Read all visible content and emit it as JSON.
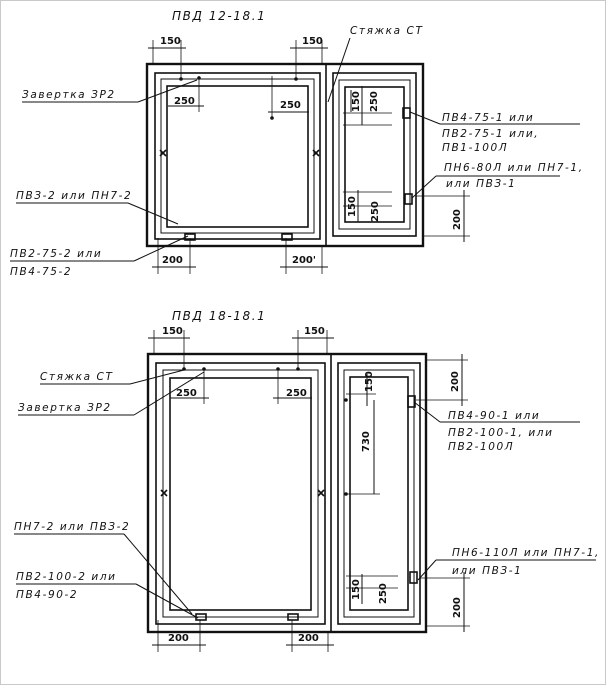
{
  "drawings": [
    {
      "title": "ПВД 12-18.1",
      "callouts": {
        "styazhka": "Стяжка СТ",
        "zavertka": "Завертка ЗР2",
        "right_top_1": "ПВ4-75-1 или",
        "right_top_2": "ПВ2-75-1 или,",
        "right_top_3": "ПВ1-100Л",
        "right_bot_1": "ПН6-80Л или ПН7-1,",
        "right_bot_2": "или ПВЗ-1",
        "left_mid": "ПВЗ-2 или ПН7-2",
        "left_bot_1": "ПВ2-75-2 или",
        "left_bot_2": "ПВ4-75-2"
      },
      "dims": {
        "top_left": "150",
        "top_right": "150",
        "inner_left": "250",
        "inner_right": "250",
        "side_top_a": "150",
        "side_top_b": "250",
        "side_bot_a": "150",
        "side_bot_b": "250",
        "right_vert": "200",
        "bottom_left": "200",
        "bottom_right": "200'"
      }
    },
    {
      "title": "ПВД 18-18.1",
      "callouts": {
        "styazhka": "Стяжка СТ",
        "zavertka": "Завертка ЗР2",
        "right_top_1": "ПВ4-90-1 или",
        "right_top_2": "ПВ2-100-1, или",
        "right_top_3": "ПВ2-100Л",
        "right_bot_1": "ПН6-110Л или ПН7-1,",
        "right_bot_2": "или ПВЗ-1",
        "left_mid": "ПН7-2 или ПВЗ-2",
        "left_bot_1": "ПВ2-100-2 или",
        "left_bot_2": "ПВ4-90-2"
      },
      "dims": {
        "top_left": "150",
        "top_right": "150",
        "inner_left": "250",
        "inner_right": "250",
        "side_top_a": "150",
        "side_mid": "730",
        "side_bot_a": "150",
        "side_bot_b": "250",
        "right_vert_top": "200",
        "right_vert_bot": "200",
        "bottom_left": "200",
        "bottom_right": "200"
      }
    }
  ],
  "colors": {
    "ink": "#111111",
    "border": "#c9c9c9",
    "background": "#ffffff"
  }
}
